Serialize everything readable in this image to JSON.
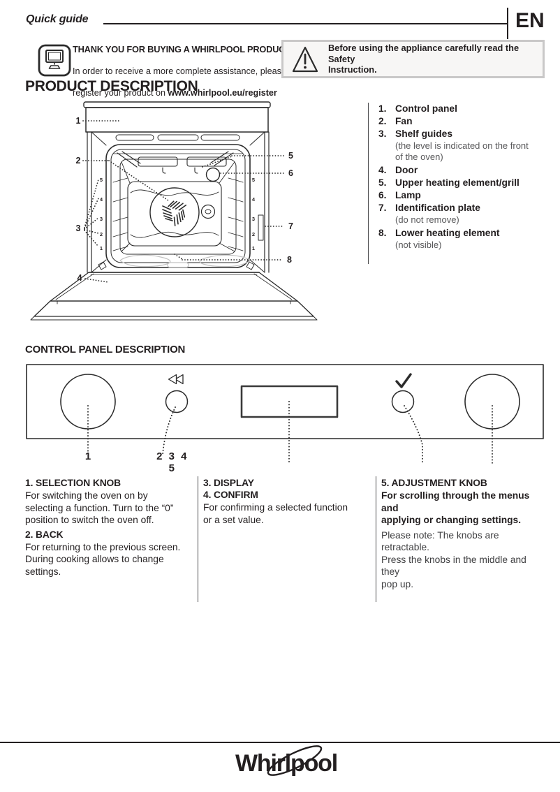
{
  "header": {
    "quick_guide": "Quick guide",
    "lang": "EN"
  },
  "register": {
    "heading": "THANK YOU FOR BUYING A WHIRLPOOL PRODUCT",
    "line1": "In order to receive a more complete assistance, please",
    "line2_prefix": "register your product on ",
    "line2_link": "www.whirlpool.eu/register"
  },
  "safety_notice": {
    "text": "Before using the appliance carefully read the Safety\nInstruction."
  },
  "product_description": {
    "title": "PRODUCT DESCRIPTION",
    "parts": [
      {
        "num": "1.",
        "label": "Control panel",
        "note": ""
      },
      {
        "num": "2.",
        "label": "Fan",
        "note": ""
      },
      {
        "num": "3.",
        "label": "Shelf guides",
        "note": "(the level is indicated on the front\nof the oven)"
      },
      {
        "num": "4.",
        "label": "Door",
        "note": ""
      },
      {
        "num": "5.",
        "label": "Upper heating element/grill",
        "note": ""
      },
      {
        "num": "6.",
        "label": "Lamp",
        "note": ""
      },
      {
        "num": "7.",
        "label": "Identification plate",
        "note": "(do not remove)"
      },
      {
        "num": "8.",
        "label": "Lower heating element",
        "note": "(not visible)"
      }
    ],
    "diagram": {
      "callouts": [
        "1",
        "2",
        "3",
        "4",
        "5",
        "6",
        "7",
        "8"
      ],
      "shelf_levels": [
        "5",
        "4",
        "3",
        "2",
        "1"
      ]
    }
  },
  "control_panel": {
    "title": "CONTROL PANEL DESCRIPTION",
    "knob1_label": "1",
    "group_label": "2 3 4 5"
  },
  "controls": {
    "selection": {
      "heading": "1. SELECTION KNOB",
      "body": "For switching the oven on by\nselecting a function. Turn to the “0”\nposition to switch the oven off."
    },
    "back": {
      "heading": "2. BACK",
      "body": "For returning to the previous screen.\nDuring cooking allows to change\nsettings."
    },
    "display": {
      "heading": "3. DISPLAY"
    },
    "confirm": {
      "heading": "4. CONFIRM",
      "body": "For confirming a selected function\nor a set value."
    },
    "adjustment": {
      "heading": "5. ADJUSTMENT KNOB",
      "body": "For scrolling through the menus and\napplying or changing settings.",
      "note": "Please note: The knobs are retractable.\nPress the knobs in the middle and they\npop up."
    }
  },
  "footer": {
    "brand": "Whirlpool"
  },
  "colors": {
    "text": "#231f20",
    "muted": "#58585a",
    "box_border": "#c9c8c8",
    "box_bg": "#f7f6f5",
    "line": "#2b2b2b"
  }
}
